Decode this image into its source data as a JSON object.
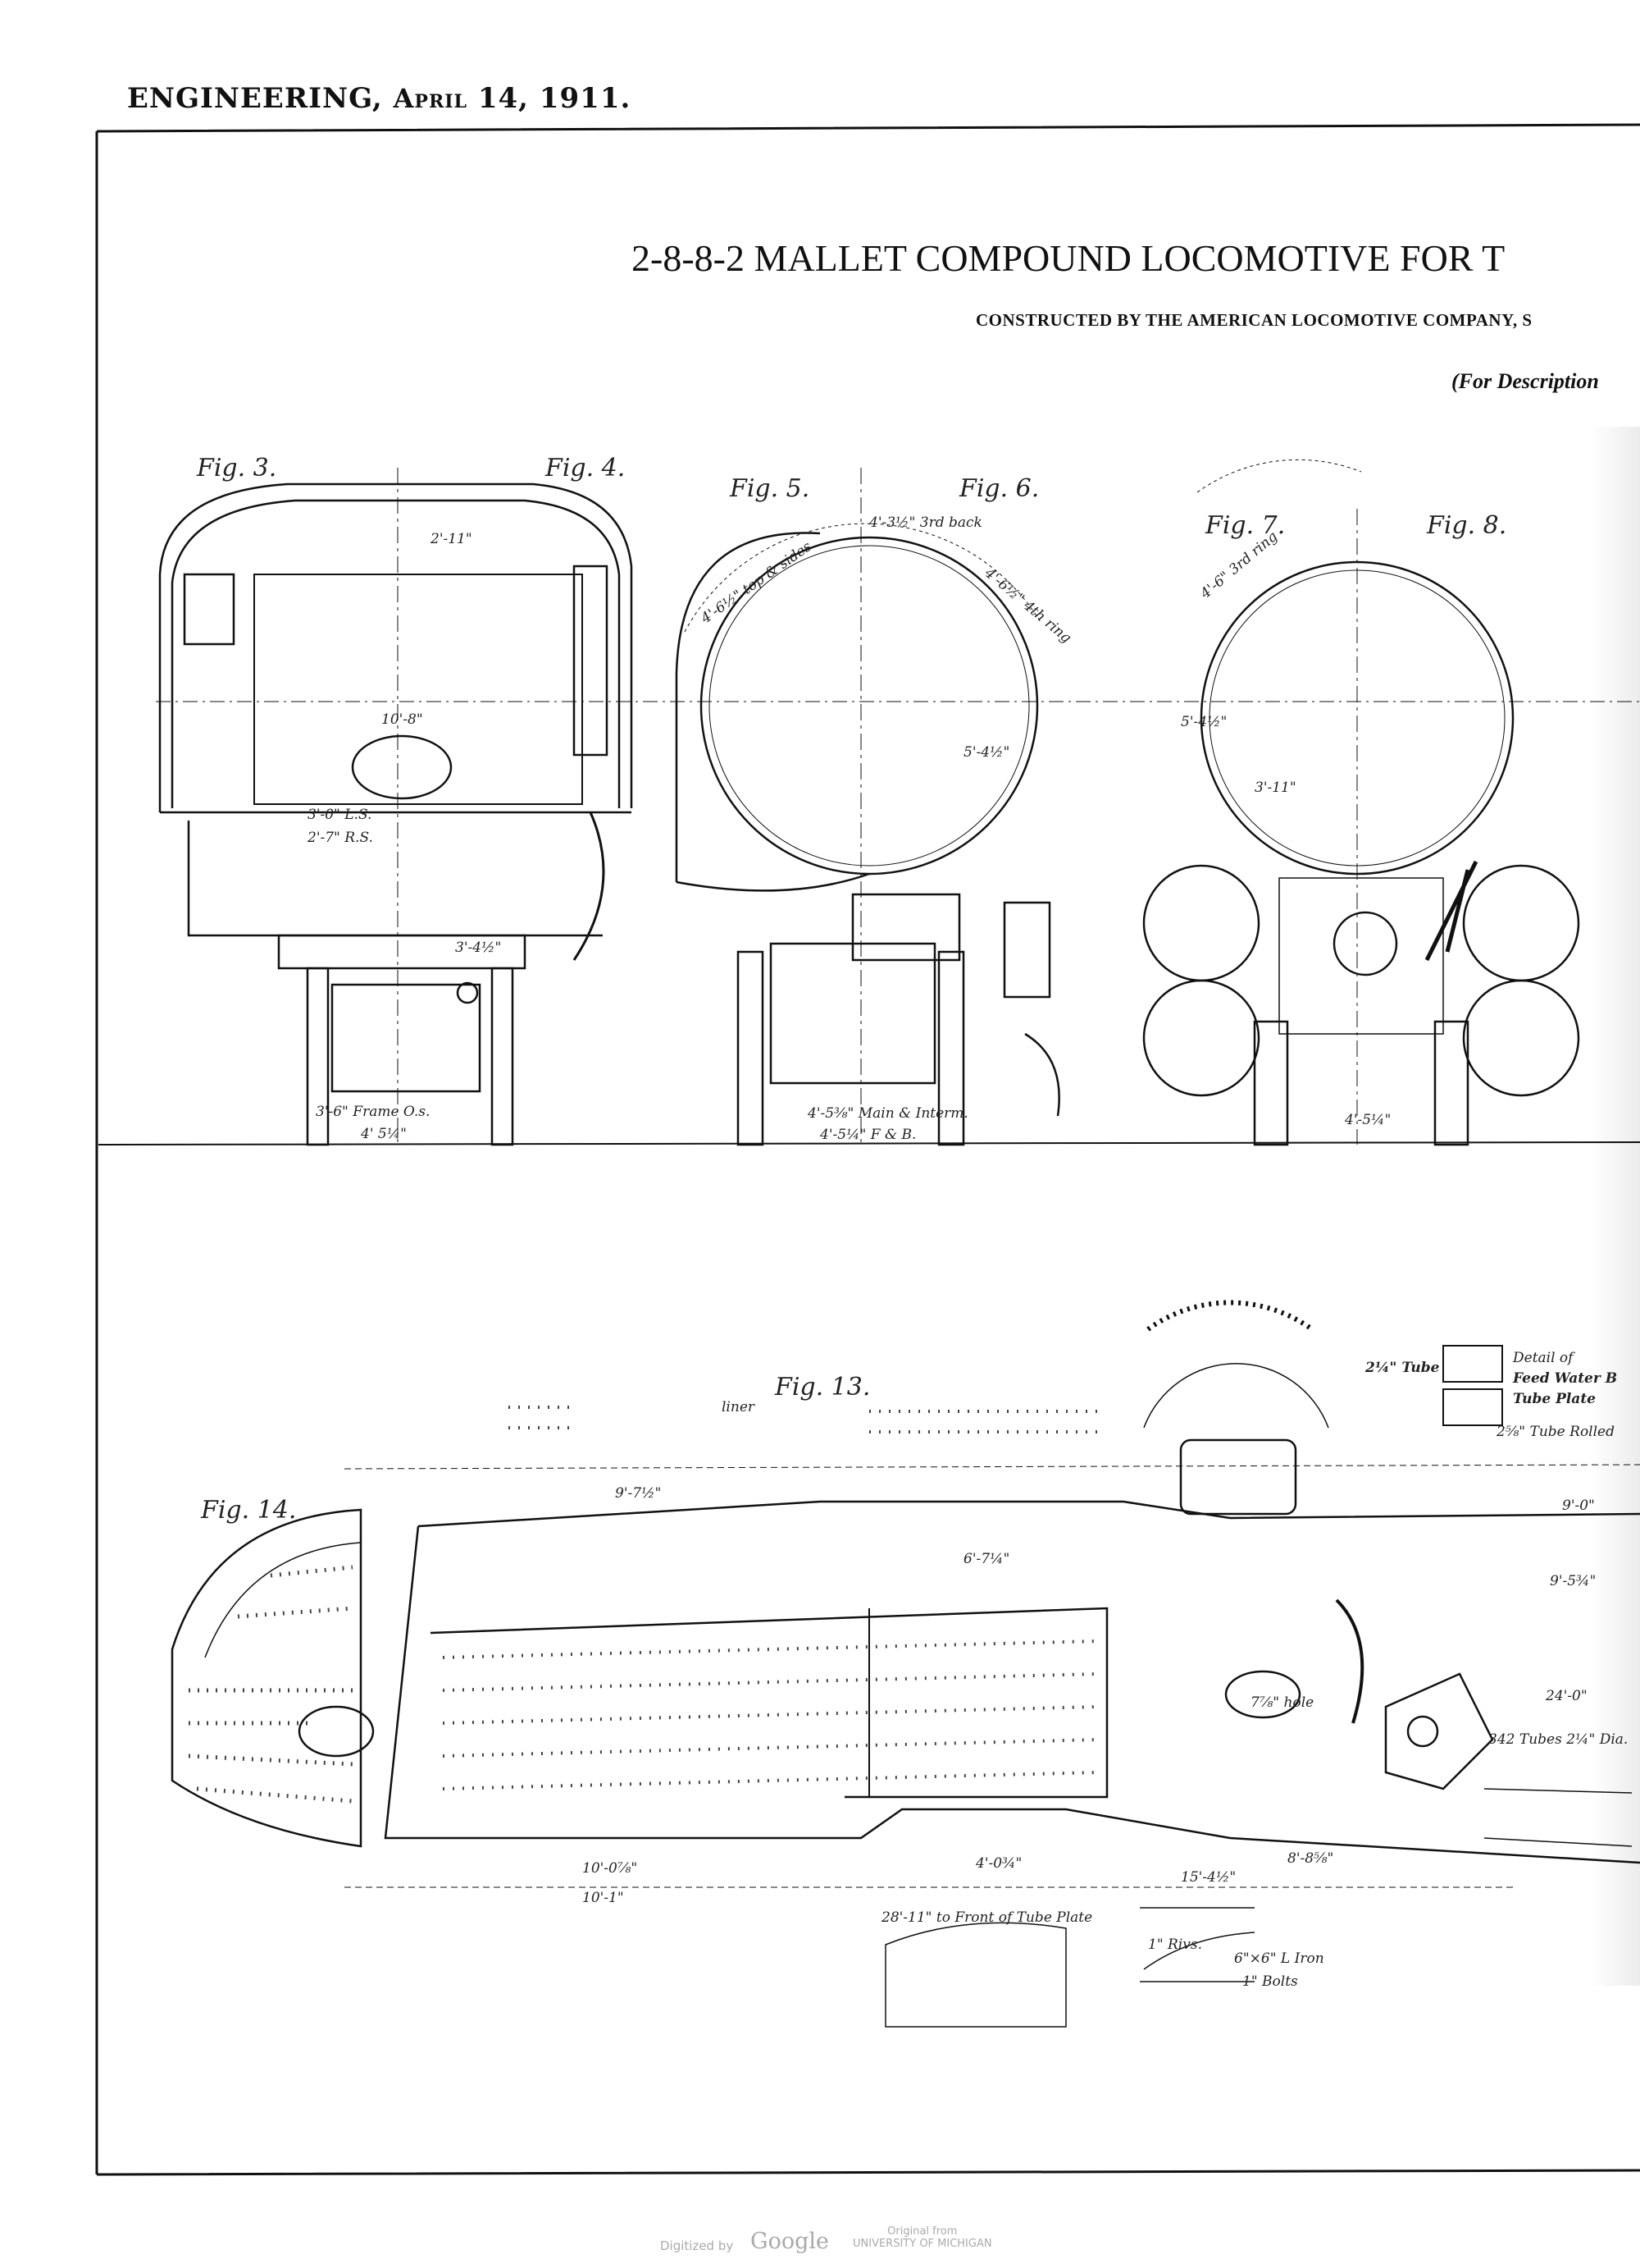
{
  "running_head": {
    "journal": "ENGINEERING,",
    "date_month": "April",
    "date_rest": "14, 1911."
  },
  "title": "2-8-8-2 MALLET COMPOUND LOCOMOTIVE FOR T",
  "subtitle": "CONSTRUCTED BY THE AMERICAN LOCOMOTIVE COMPANY, S",
  "description_note": "(For Description",
  "figures": {
    "fig3": "Fig. 3.",
    "fig4": "Fig. 4.",
    "fig5": "Fig. 5.",
    "fig6": "Fig. 6.",
    "fig7": "Fig. 7.",
    "fig8": "Fig. 8.",
    "fig13": "Fig. 13.",
    "fig14": "Fig. 14."
  },
  "dimensions": {
    "frame": "3'-6\" Frame O.s.",
    "gauge_a": "4' 5¼\"",
    "main_interm": "4'-5⅜\" Main & Interm.",
    "f_and_b": "4'-5¼\" F & B.",
    "fig78_gauge": "4'-5¼\"",
    "boiler_5_4": "5'-4½\"",
    "boiler_3_11": "3'-11\"",
    "top_sides": "4'-6½\" top & sides",
    "back": "4'-3½\" 3rd back",
    "ring": "4'-6½\" 4th ring",
    "ring2": "4'-6\" 3rd ring",
    "l_s": "3'-0\" L.S.",
    "r_s": "2'-7\" R.S.",
    "d_10_8": "10'-8\"",
    "d_2_11": "2'-11\"",
    "d_3_4": "3'-4½\"",
    "to_front": "28'-11\" to Front of Tube Plate",
    "d_10_0": "10'-0⅞\"",
    "d_10_1": "10'-1\"",
    "d_4_0": "4'-0¾\"",
    "d_15_4": "15'-4½\"",
    "d_8_8": "8'-8⅝\"",
    "d_9_0": "9'-0\"",
    "d_9_5": "9'-5¾\"",
    "d_24_0": "24'-0\"",
    "tubes": "342 Tubes 2¼\" Dia.",
    "d_6_7": "6'-7¼\"",
    "d_9_7": "9'-7½\"",
    "handhole": "7⅞\" hole",
    "iron": "6\"×6\" L Iron",
    "bolts": "1\" Bolts",
    "rivs": "1\" Rivs.",
    "liner": "liner"
  },
  "detail": {
    "tube": "2¼\" Tube",
    "caption1": "Detail of",
    "caption2": "Feed Water B",
    "caption3": "Tube Plate",
    "rolled": "2⅝\" Tube Rolled"
  },
  "footer": {
    "digitized": "Digitized by",
    "google": "Google",
    "original_from": "Original from",
    "institution": "UNIVERSITY OF MICHIGAN"
  }
}
